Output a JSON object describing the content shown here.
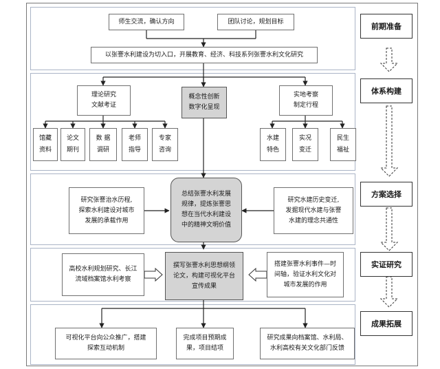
{
  "stages": [
    "前期准备",
    "体系构建",
    "方案选择",
    "实证研究",
    "成果拓展"
  ],
  "prep": {
    "box1": "师生交流，确认方向",
    "box2": "团队讨论，规划目标",
    "entry": "以张謇水利建设为切入口，开展教育、经济、科技系列张謇水利文化研究"
  },
  "system": {
    "theory": "理论研究\n文献考证",
    "concept": "概念性创新\n数字化呈现",
    "field": "实地考察\n制定行程",
    "theory_children": [
      "馆藏\n资料",
      "论文\n期刊",
      "数 据\n调研",
      "老师\n指导",
      "专家\n咨询"
    ],
    "field_children": [
      "水建\n特色",
      "实况\n变迁",
      "民生\n福祉"
    ]
  },
  "scheme": {
    "left": "研究张謇治水历程,\n探索水利建设对城市\n发展的承载作用",
    "center": "总结张謇水利发展\n规律，提炼张謇思\n想在当代水利建设\n中的精神文明价值",
    "right": "研究水建历史变迁,\n发掘现代水建与张謇\n水建的理念共通性"
  },
  "empirical": {
    "left": "高校水利规划研究、长江\n流域档案馆水利考察",
    "center": "撰写张謇水利思想纲领\n论文，构建可视化平台\n宣传成果",
    "right": "搭建张謇水利事件—时\n间轴，验证水利文化对\n城市发展的作用"
  },
  "outcomes": {
    "left": "可视化平台向公众推广，搭建\n探索互动机制",
    "center": "完成项目预期成\n果，项目结项",
    "right": "研究成果向档案馆、水利局、\n水利高校有关文化部门反馈"
  }
}
